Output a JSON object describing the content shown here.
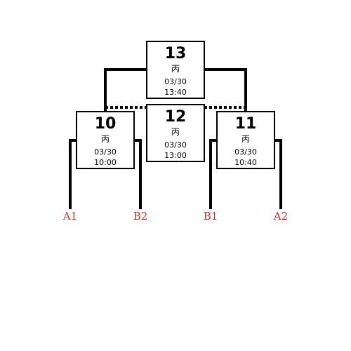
{
  "colors": {
    "line": "#000000",
    "team_label": "#c0392b"
  },
  "matches": [
    {
      "id": "m13",
      "number": "13",
      "group": "丙",
      "date": "03/30",
      "time": "13:40"
    },
    {
      "id": "m12",
      "number": "12",
      "group": "丙",
      "date": "03/30",
      "time": "13:00"
    },
    {
      "id": "m10",
      "number": "10",
      "group": "丙",
      "date": "03/30",
      "time": "10:00"
    },
    {
      "id": "m11",
      "number": "11",
      "group": "丙",
      "date": "03/30",
      "time": "10:40"
    }
  ],
  "teams": [
    {
      "label": "A1"
    },
    {
      "label": "B2"
    },
    {
      "label": "B1"
    },
    {
      "label": "A2"
    }
  ]
}
